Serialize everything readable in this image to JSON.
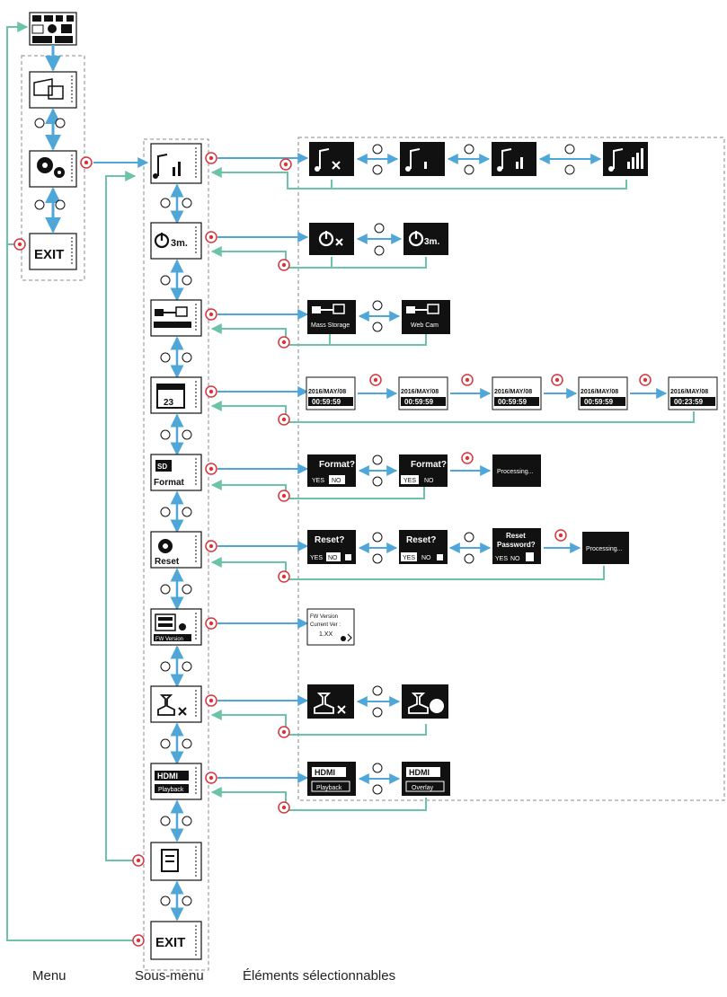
{
  "captions": {
    "menu": "Menu",
    "submenu": "Sous-menu",
    "selectable": "Éléments sélectionnables"
  },
  "menu": [
    "EXIT"
  ],
  "submenu": [
    "Format",
    "Reset",
    "FW Version",
    "Playback",
    "EXIT"
  ],
  "options": {
    "mass_storage": "Mass Storage",
    "web_cam": "Web Cam",
    "format_q": "Format?",
    "yes": "YES",
    "no": "NO",
    "reset_q": "Reset?",
    "reset_pw_1": "Reset",
    "reset_pw_2": "Password?",
    "processing": "Processing...",
    "fw_version": "FW Version",
    "current_ver": "Current Ver :",
    "ver_value": "1.XX",
    "hdmi": "HDMI",
    "playback": "Playback",
    "overlay": "Overlay",
    "date_line": "2016/MAY/08",
    "times": [
      "00:59:59",
      "00:59:59",
      "00:59:59",
      "00:59:59",
      "00:23:59"
    ]
  },
  "colors": {
    "blue_arrow": "#4fa6d8",
    "green_line": "#6cc4a8",
    "select_dot": "#d9343c",
    "dash": "#8a8a8a",
    "screen": "#111111"
  }
}
